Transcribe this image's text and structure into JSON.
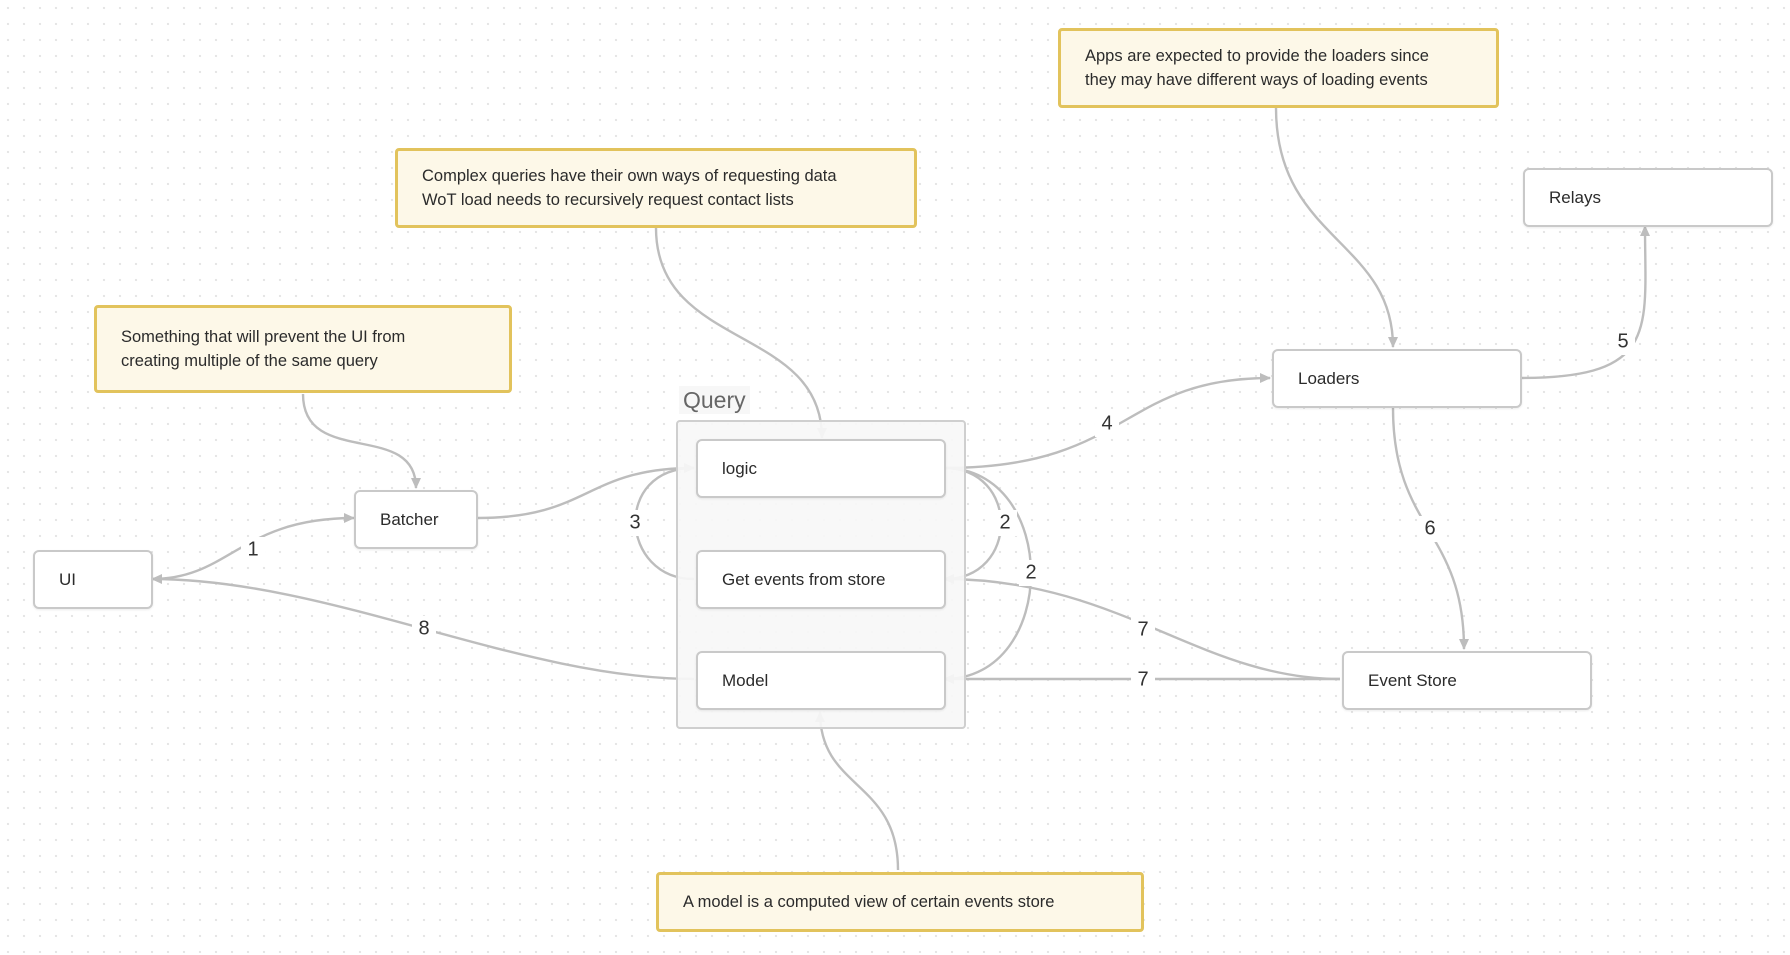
{
  "nodes": {
    "ui": "UI",
    "batcher": "Batcher",
    "logic": "logic",
    "get_events": "Get events from store",
    "model": "Model",
    "loaders": "Loaders",
    "relays": "Relays",
    "event_store": "Event Store"
  },
  "group": {
    "title": "Query"
  },
  "notes": {
    "batcher_note": [
      "Something that will prevent the UI from",
      "creating multiple of the same query"
    ],
    "complex_note": [
      "Complex queries have their own ways of requesting data",
      "WoT load needs to recursively request contact lists"
    ],
    "loaders_note": [
      "Apps are expected to provide the loaders since",
      "they may have different ways of loading events"
    ],
    "model_note": [
      "A model is a computed view of certain events store"
    ]
  },
  "edge_labels": {
    "ui_batcher": "1",
    "logic_get_events": "2",
    "logic_model": "2",
    "get_events_logic": "3",
    "logic_loaders": "4",
    "loaders_relays": "5",
    "loaders_event_store": "6",
    "event_store_get_events": "7",
    "event_store_model": "7",
    "model_ui": "8"
  },
  "colors": {
    "note_fill": "#fdf8e8",
    "note_border": "#e2c35c",
    "edge": "#bdbdbd",
    "node_border": "#c9c9c9"
  }
}
